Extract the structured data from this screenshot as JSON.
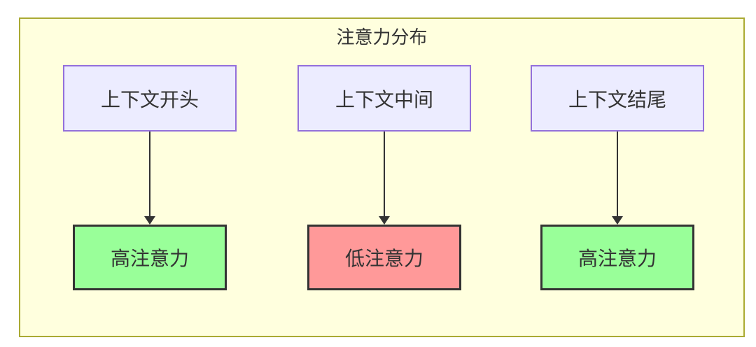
{
  "diagram": {
    "title": "注意力分布",
    "type": "flowchart",
    "colors": {
      "frame_fill": "#ffffde",
      "frame_stroke": "#aaaa33",
      "node_fill": "#ececff",
      "node_stroke": "#9370db",
      "high_fill": "#99ff99",
      "low_fill": "#ff9999",
      "result_stroke": "#333333",
      "arrow": "#333333",
      "text": "#333333"
    },
    "columns": [
      {
        "source": "上下文开头",
        "result": "高注意力",
        "level": "high"
      },
      {
        "source": "上下文中间",
        "result": "低注意力",
        "level": "low"
      },
      {
        "source": "上下文结尾",
        "result": "高注意力",
        "level": "high"
      }
    ]
  }
}
